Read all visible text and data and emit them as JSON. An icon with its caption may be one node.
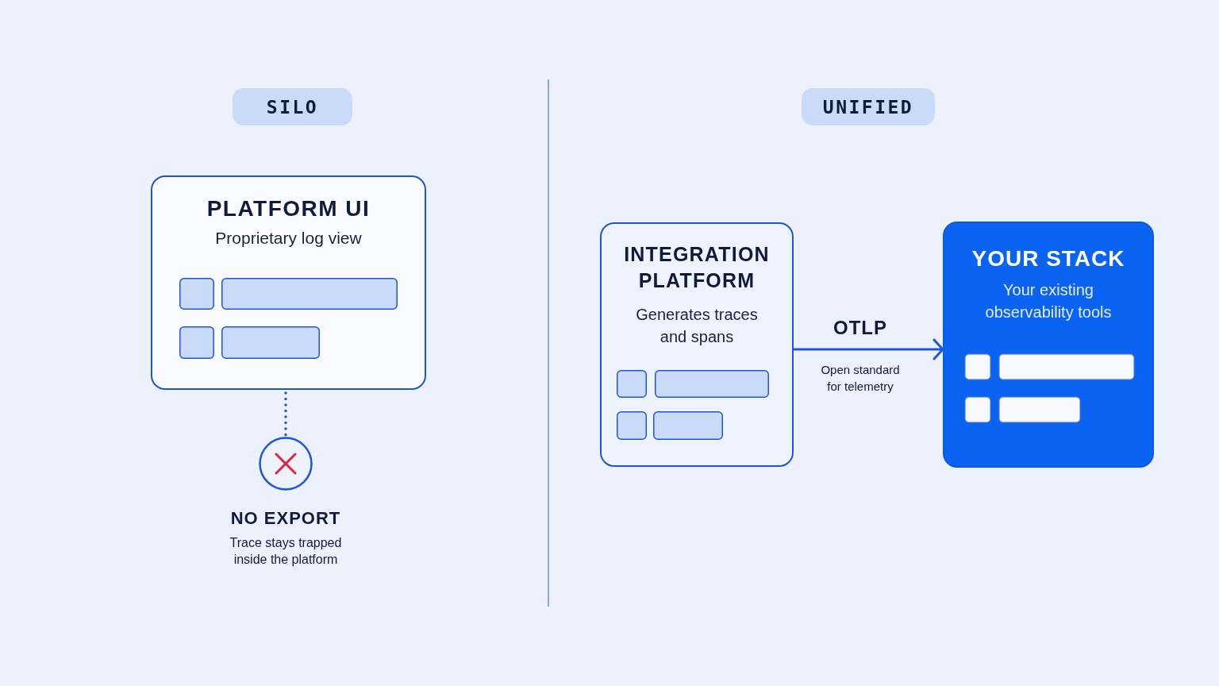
{
  "diagram": {
    "nodes": [
      {
        "text": [
          "SILO"
        ]
      },
      {
        "text": [
          "UNIFIED"
        ]
      },
      {
        "text": [
          "PLATFORM UI",
          "Proprietary log view"
        ]
      },
      {
        "text": [],
        "shape": "circle",
        "beside": [
          "NO EXPORT",
          "Trace stays trapped inside the platform"
        ]
      },
      {
        "text": [
          "INTEGRATION PLATFORM",
          "Generates traces and spans"
        ]
      },
      {
        "text": [
          "YOUR STACK",
          "Your existing observability tools"
        ]
      }
    ],
    "edges": [
      {
        "from": 2,
        "to": 3,
        "arrow": "none",
        "style": "dashed"
      },
      {
        "from": 4,
        "to": 5,
        "arrow": "to",
        "label": "OTLP"
      }
    ],
    "labels": [
      "Open standard for telemetry"
    ]
  }
}
